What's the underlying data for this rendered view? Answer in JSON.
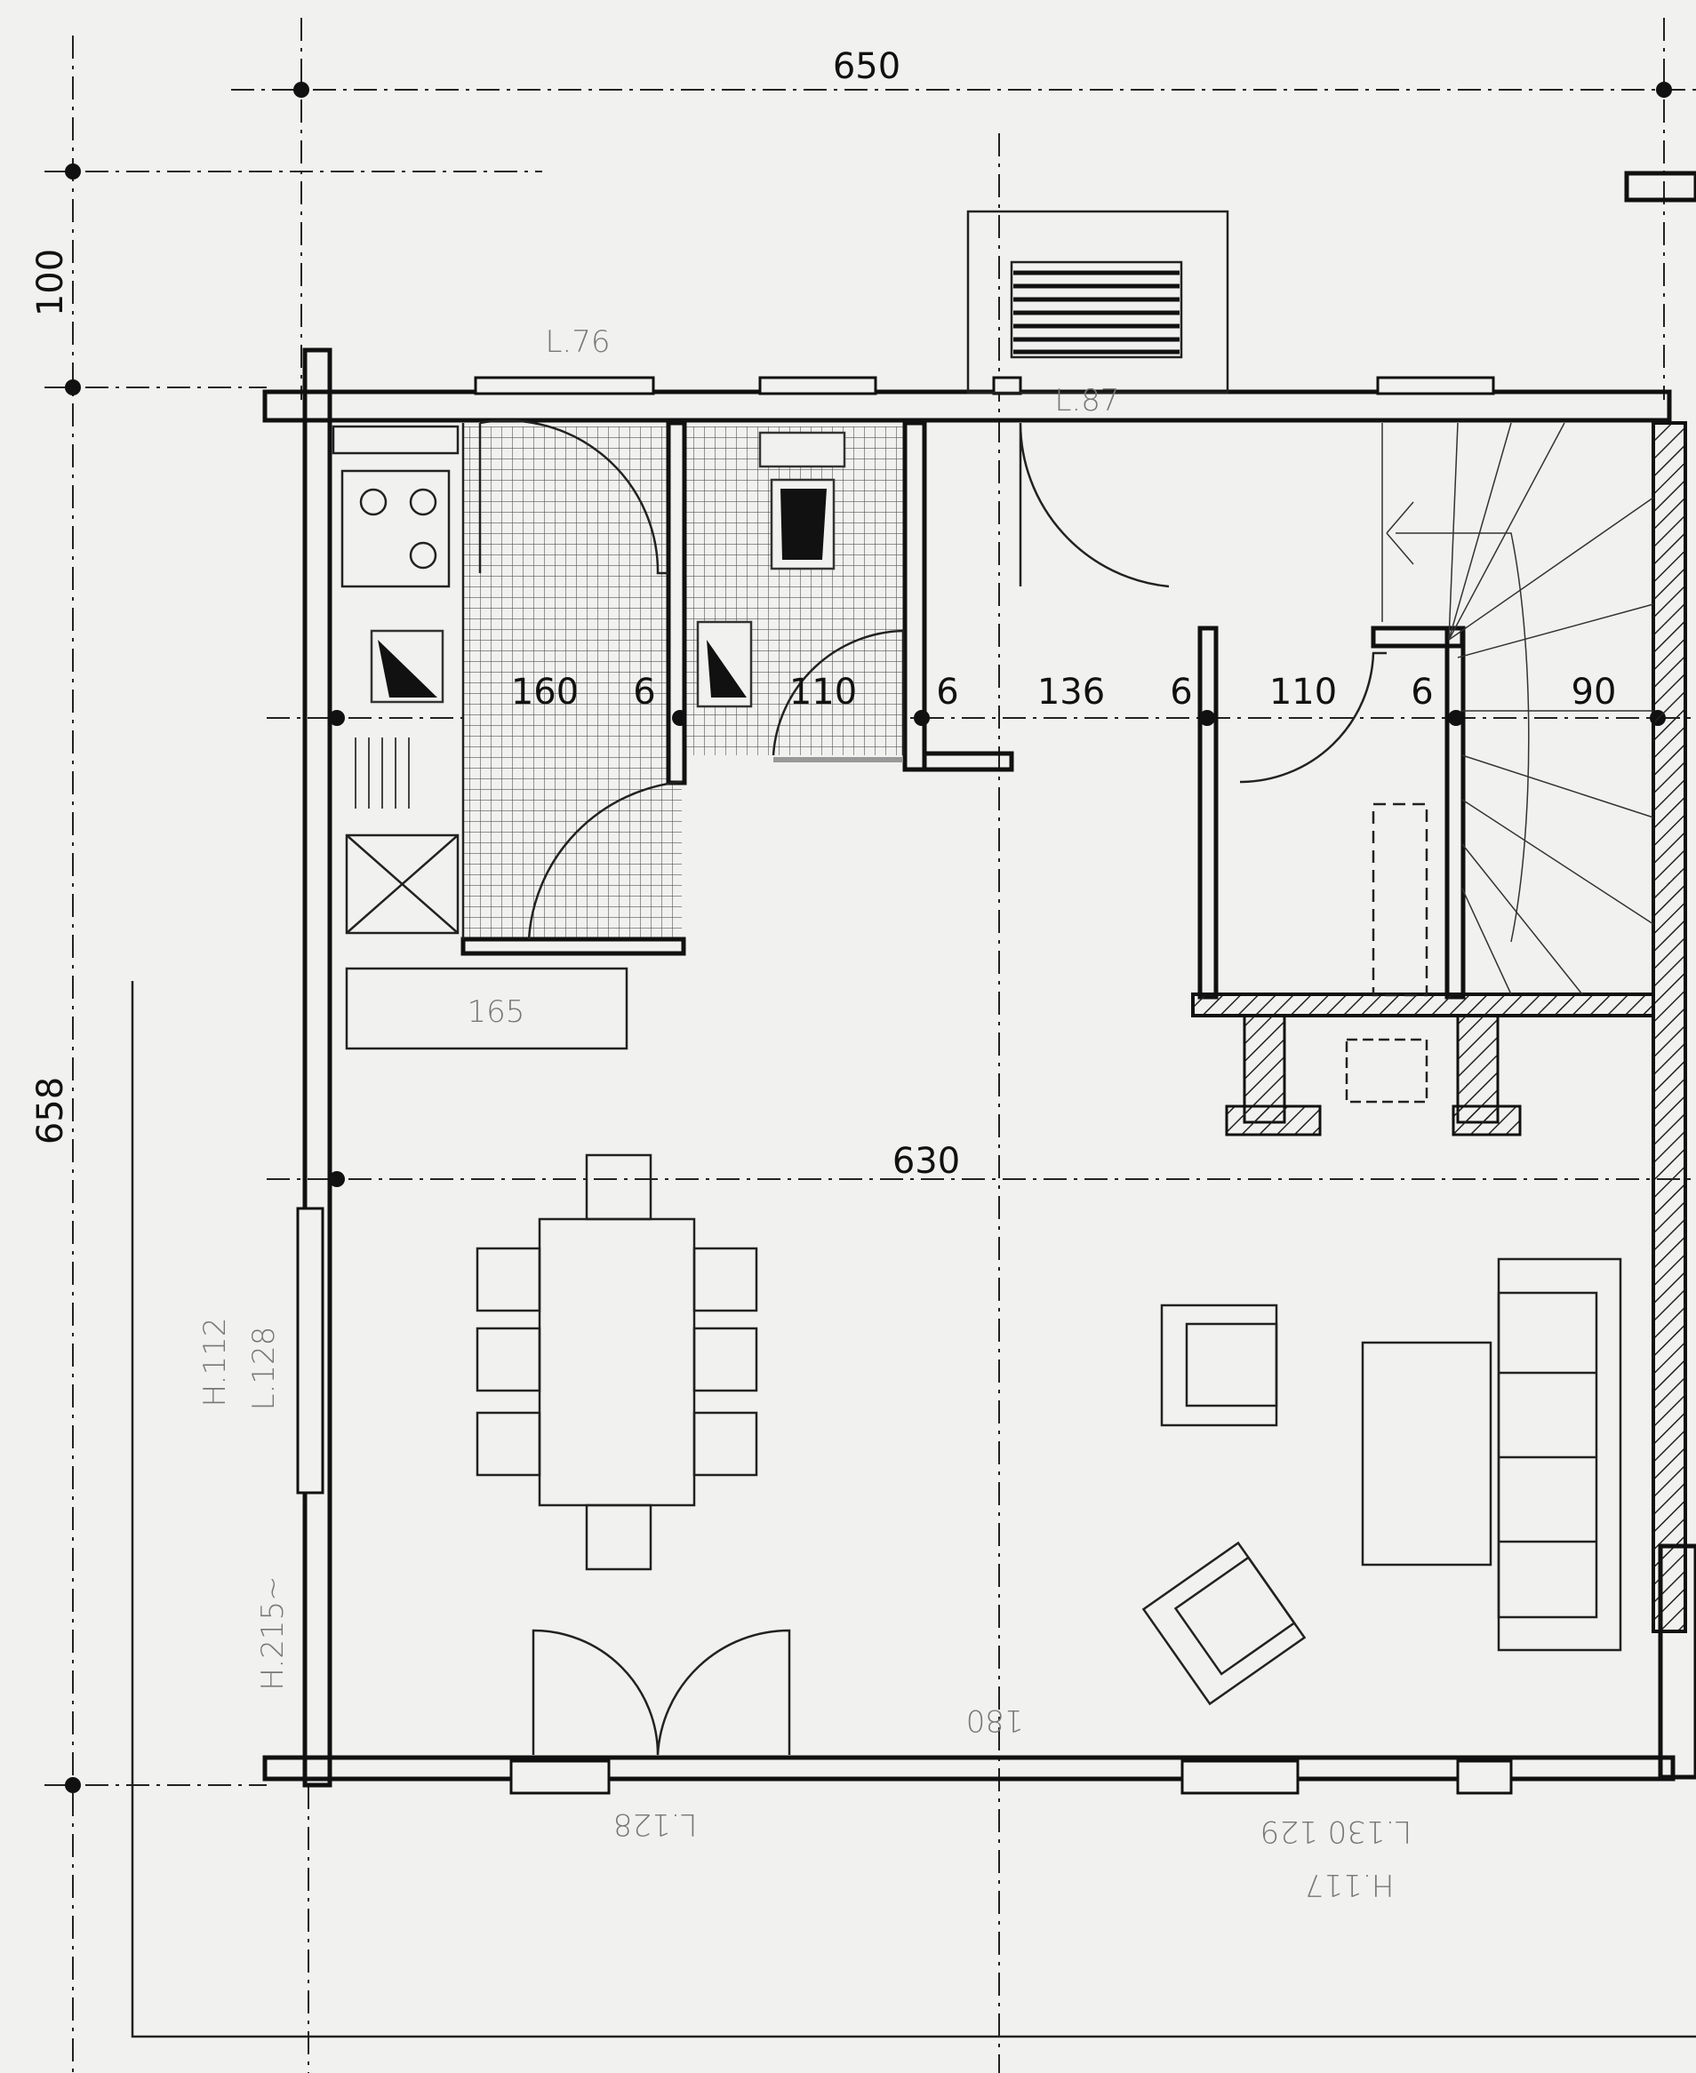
{
  "plan": {
    "overall": {
      "width": "650",
      "depth_top": "100",
      "depth": "658",
      "interior_width": "630"
    },
    "room_widths": [
      "160",
      "6",
      "110",
      "6",
      "136",
      "6",
      "110",
      "6",
      "90"
    ],
    "kitchen_counter": "165",
    "openings": {
      "kitchen_window": "L.76",
      "entry_door": "L.87",
      "left_window_h": "H.112",
      "left_window_l": "L.128",
      "left_door_h": "H.215~",
      "bottom_door_l": "L.128",
      "bottom_center": "180",
      "bottom_window_l": "L.130 129",
      "bottom_window_h": "H.117"
    }
  }
}
